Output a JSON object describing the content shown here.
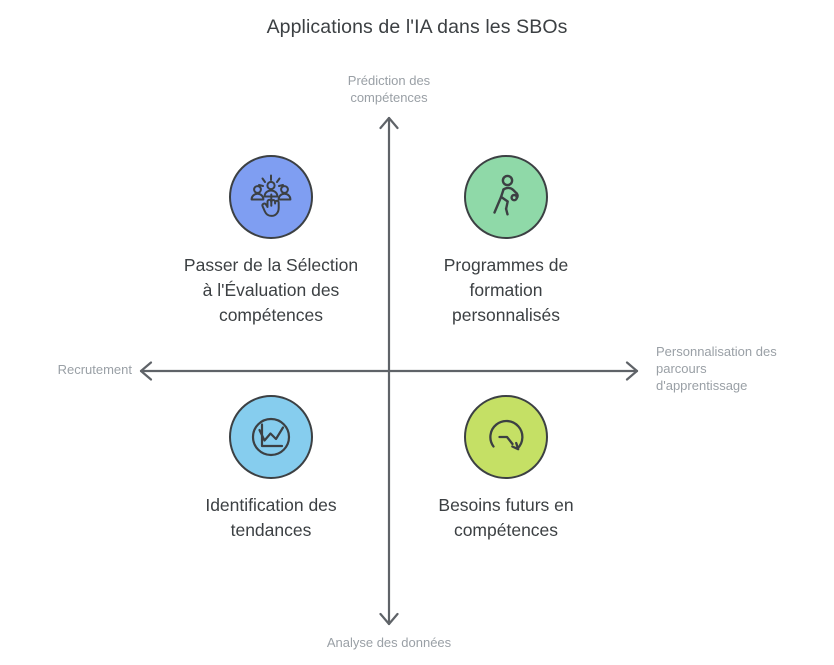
{
  "title": "Applications de l'IA dans les SBOs",
  "axes": {
    "top_label": "Prédiction des\ncompétences",
    "bottom_label": "Analyse des données",
    "left_label": "Recrutement",
    "right_label": "Personnalisation des\nparcours\nd'apprentissage",
    "line_color": "#5f6368",
    "label_color": "#9aa0a6"
  },
  "quadrants": [
    {
      "position": "top-left",
      "label": "Passer de la Sélection\nà l'Évaluation des\ncompétences",
      "icon": "group-select-hand-icon",
      "fill": "#7f9ef2",
      "stroke": "#3c4043"
    },
    {
      "position": "top-right",
      "label": "Programmes de\nformation\npersonnalisés",
      "icon": "running-person-icon",
      "fill": "#8fd9a8",
      "stroke": "#3c4043"
    },
    {
      "position": "bottom-left",
      "label": "Identification des\ntendances",
      "icon": "trend-chart-icon",
      "fill": "#86cdee",
      "stroke": "#3c4043"
    },
    {
      "position": "bottom-right",
      "label": "Besoins futurs en\ncompétences",
      "icon": "clock-rotate-icon",
      "fill": "#c5e065",
      "stroke": "#3c4043"
    }
  ]
}
